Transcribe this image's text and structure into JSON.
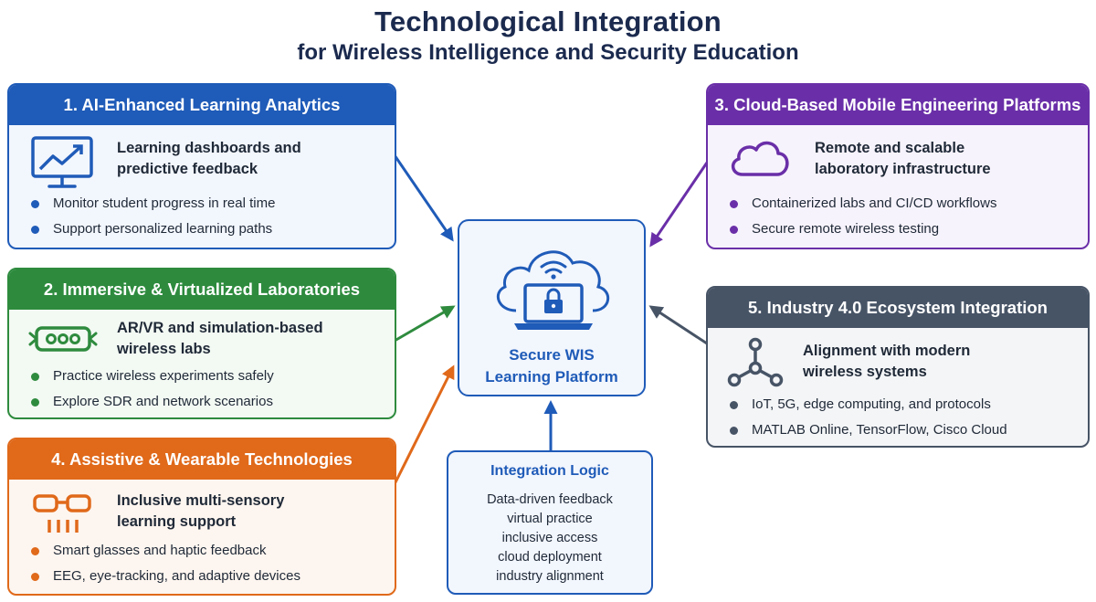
{
  "header": {
    "title": "Technological Integration",
    "subtitle": "for Wireless Intelligence and Security Education"
  },
  "cards": {
    "c1": {
      "title": "1. AI-Enhanced Learning Analytics",
      "heading": [
        "Learning dashboards and",
        "predictive feedback"
      ],
      "bullets": [
        "Monitor student progress in real time",
        "Support personalized learning paths"
      ],
      "icon": "monitor-chart-icon",
      "color": "#1f5bb8"
    },
    "c2": {
      "title": "2. Immersive & Virtualized Laboratories",
      "heading": [
        "AR/VR and simulation-based",
        "wireless labs"
      ],
      "bullets": [
        "Practice wireless experiments safely",
        "Explore SDR and network scenarios"
      ],
      "icon": "vr-headset-icon",
      "color": "#2e8b3e"
    },
    "c3": {
      "title": "3. Cloud-Based Mobile Engineering Platforms",
      "heading": [
        "Remote and scalable",
        "laboratory infrastructure"
      ],
      "bullets": [
        "Containerized labs and CI/CD workflows",
        "Secure remote wireless testing"
      ],
      "icon": "cloud-icon",
      "color": "#6a2fa8"
    },
    "c4": {
      "title": "4. Assistive & Wearable Technologies",
      "heading": [
        "Inclusive multi-sensory",
        "learning support"
      ],
      "bullets": [
        "Smart glasses and haptic feedback",
        "EEG, eye-tracking, and adaptive devices"
      ],
      "icon": "smart-glasses-icon",
      "color": "#e0691a"
    },
    "c5": {
      "title": "5. Industry 4.0 Ecosystem Integration",
      "heading": [
        "Alignment with modern",
        "wireless systems"
      ],
      "bullets": [
        "IoT, 5G, edge computing, and protocols",
        "MATLAB Online, TensorFlow, Cisco Cloud"
      ],
      "icon": "network-nodes-icon",
      "color": "#475466"
    }
  },
  "platform": {
    "label": [
      "Secure WIS",
      "Learning Platform"
    ],
    "icon": "cloud-laptop-lock-icon"
  },
  "logic": {
    "title": "Integration Logic",
    "lines": [
      "Data-driven feedback",
      "virtual practice",
      "inclusive access",
      "cloud deployment",
      "industry alignment"
    ]
  }
}
